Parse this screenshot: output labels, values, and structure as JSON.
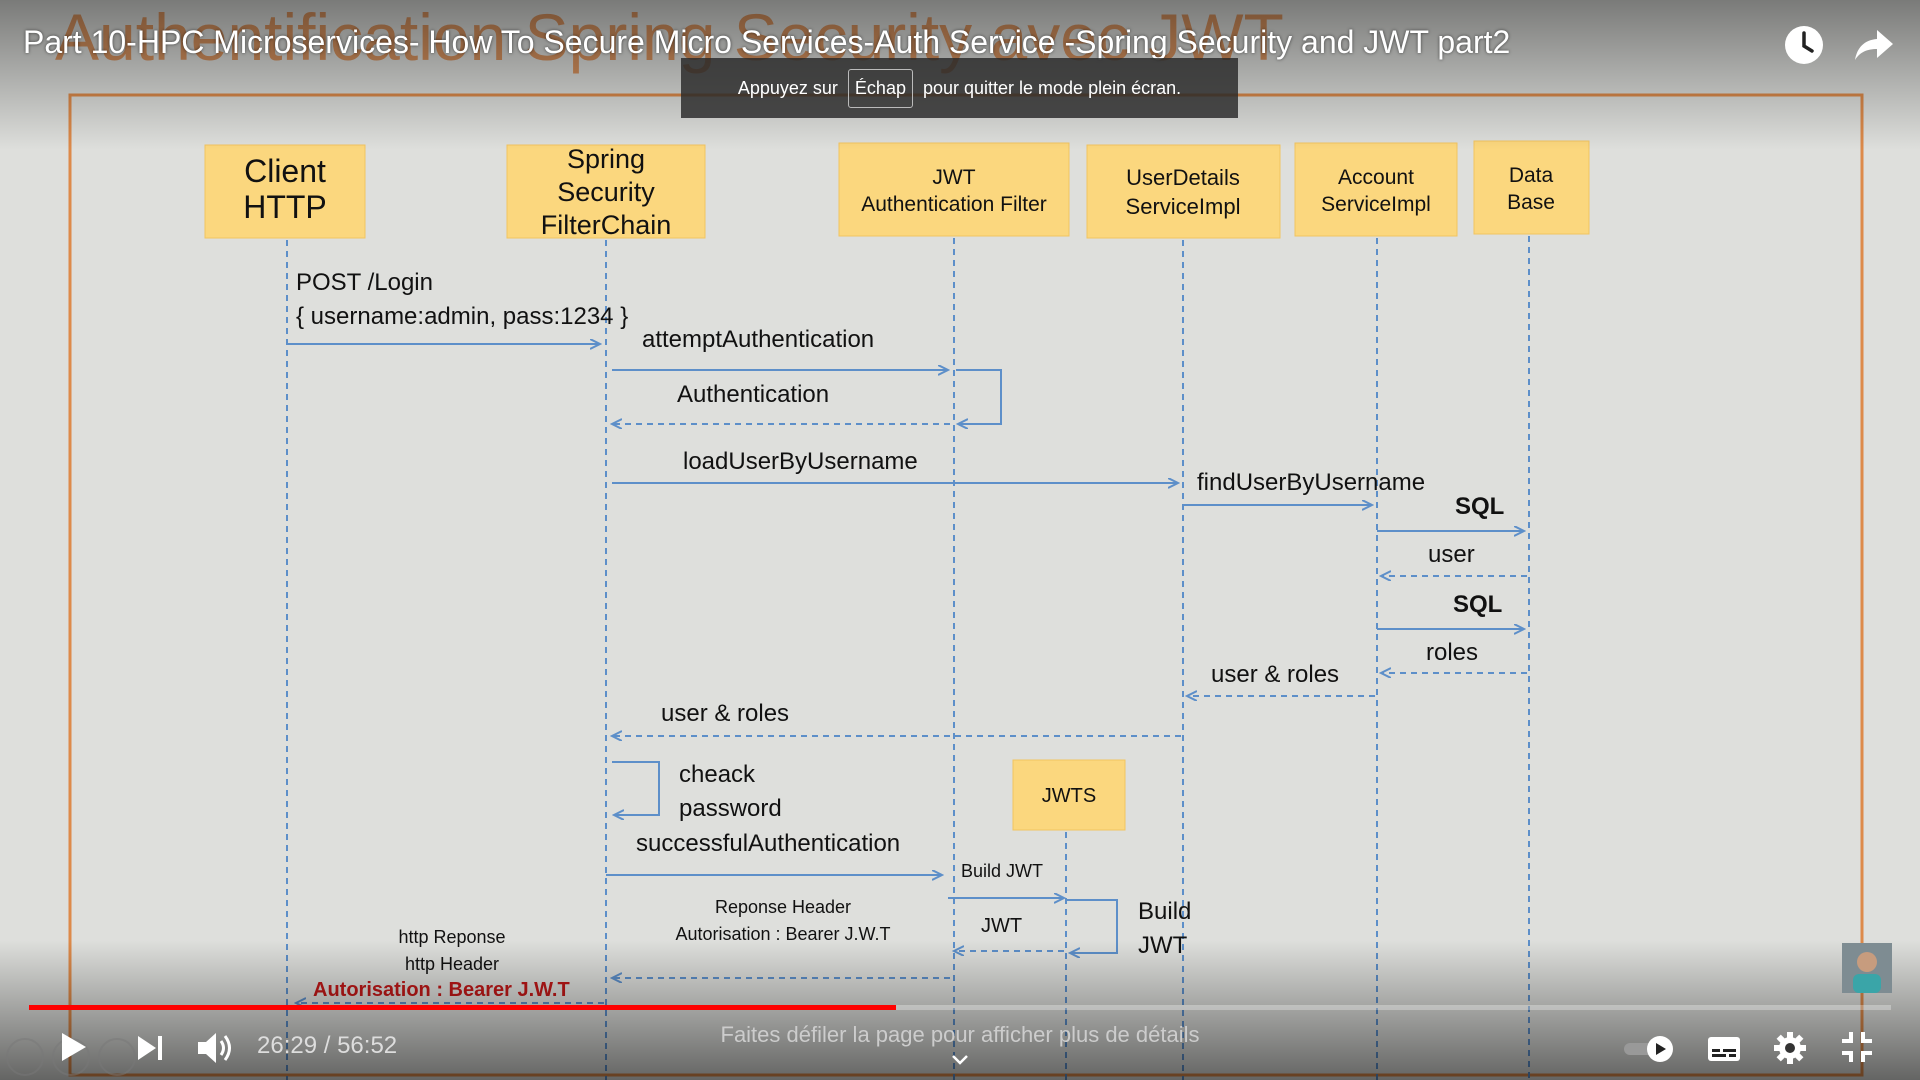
{
  "player": {
    "title": "Part 10-HPC Microservices- How To Secure Micro Services-Auth Service -Spring Security and JWT part2",
    "watch_later_icon": "clock-icon",
    "share_icon": "share-arrow-icon",
    "fullscreen_notice": {
      "prefix": "Appuyez sur",
      "key": "Échap",
      "suffix": "pour quitter le mode plein écran."
    },
    "time_current": "26:29",
    "time_separator": "/",
    "time_total": "56:52",
    "progress_fraction": 0.4657,
    "scroll_hint": "Faites défiler la page pour afficher plus de détails",
    "accent_color": "#ff0000"
  },
  "slide": {
    "banner_text": "Authentification Spring Security avec JWT",
    "participants": {
      "client": "Client\nHTTP",
      "filter_chain": "Spring\nSecurity\nFilterChain",
      "jwt_filter": "JWT\nAuthentication Filter",
      "user_details": "UserDetails\nServiceImpl",
      "account": "Account\nServiceImpl",
      "database": "Data\nBase",
      "jwts": "JWTS"
    },
    "messages": {
      "post_login": "POST /Login",
      "credentials": "{ username:admin, pass:1234 }",
      "attempt_auth": "attemptAuthentication",
      "authentication": "Authentication",
      "load_user": "loadUserByUsername",
      "find_user": "findUserByUsername",
      "sql1": "SQL",
      "user": "user",
      "sql2": "SQL",
      "roles": "roles",
      "user_roles_1": "user & roles",
      "user_roles_2": "user & roles",
      "check_password": "cheack\npassword",
      "successful_auth": "successfulAuthentication",
      "build_jwt_call": "Build JWT",
      "build_jwt_self": "Build\nJWT",
      "jwt_return": "JWT",
      "response_header": "Reponse Header\nAutorisation : Bearer J.W.T",
      "http_response": "http Reponse\nhttp Header",
      "authorization_bearer": "Autorisation : Bearer J.W.T"
    },
    "colors": {
      "box_fill": "#fbd77e",
      "arrow": "#5d8fc9",
      "frame": "#dd8a4a",
      "red_text": "#c01818"
    }
  }
}
